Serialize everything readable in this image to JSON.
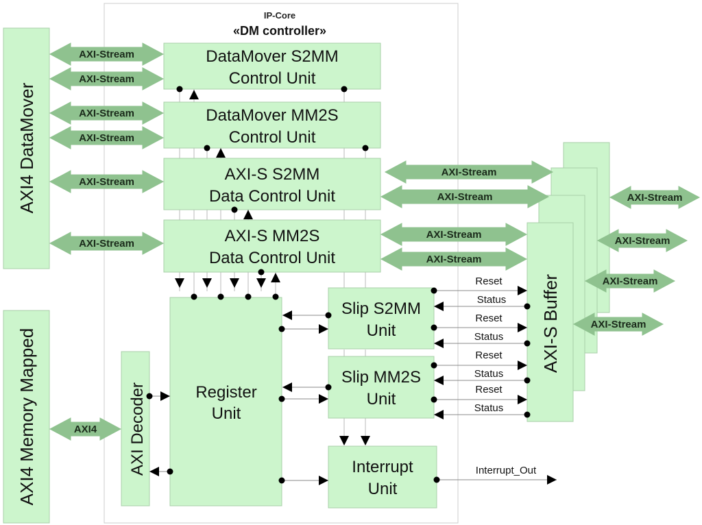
{
  "core": {
    "kind": "IP-Core",
    "name": "«DM controller»"
  },
  "external": {
    "datamover": "AXI4 DataMover",
    "memory_mapped": "AXI4 Memory Mapped",
    "axis_buffer": "AXI-S Buffer"
  },
  "units": {
    "dm_s2mm": [
      "DataMover S2MM",
      "Control Unit"
    ],
    "dm_mm2s": [
      "DataMover MM2S",
      "Control Unit"
    ],
    "axis_s2mm": [
      "AXI-S S2MM",
      "Data Control Unit"
    ],
    "axis_mm2s": [
      "AXI-S MM2S",
      "Data Control Unit"
    ],
    "register": [
      "Register",
      "Unit"
    ],
    "axi_decoder": "AXI Decoder",
    "slip_s2mm": [
      "Slip S2MM",
      "Unit"
    ],
    "slip_mm2s": [
      "Slip MM2S",
      "Unit"
    ],
    "interrupt": [
      "Interrupt",
      "Unit"
    ]
  },
  "connections": {
    "axi_stream": "AXI-Stream",
    "axi4": "AXI4",
    "reset": "Reset",
    "status": "Status",
    "interrupt_out": "Interrupt_Out"
  },
  "colors": {
    "block_fill": "#ccf5cc",
    "block_stroke": "#a8cfa8",
    "bus_arrow": "#8fc28f"
  }
}
